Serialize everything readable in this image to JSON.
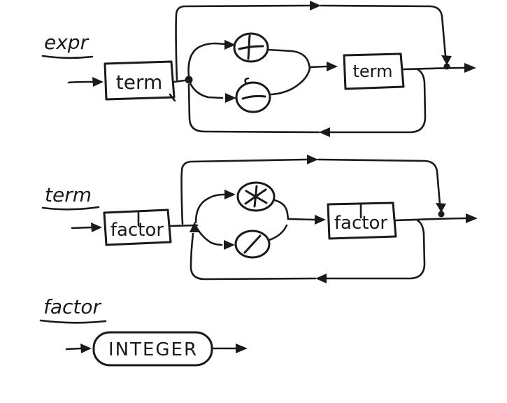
{
  "canvas": {
    "background_color": "#ffffff",
    "ink_color": "#1a1a1a",
    "style": "hand-drawn railroad syntax diagrams"
  },
  "diagrams": [
    {
      "label": "expr",
      "first_node": "term",
      "operator_top": "+",
      "operator_bottom": "-",
      "second_node": "term"
    },
    {
      "label": "term",
      "first_node": "factor",
      "operator_top": "*",
      "operator_bottom": "/",
      "second_node": "factor"
    },
    {
      "label": "factor",
      "terminal": "INTEGER"
    }
  ]
}
